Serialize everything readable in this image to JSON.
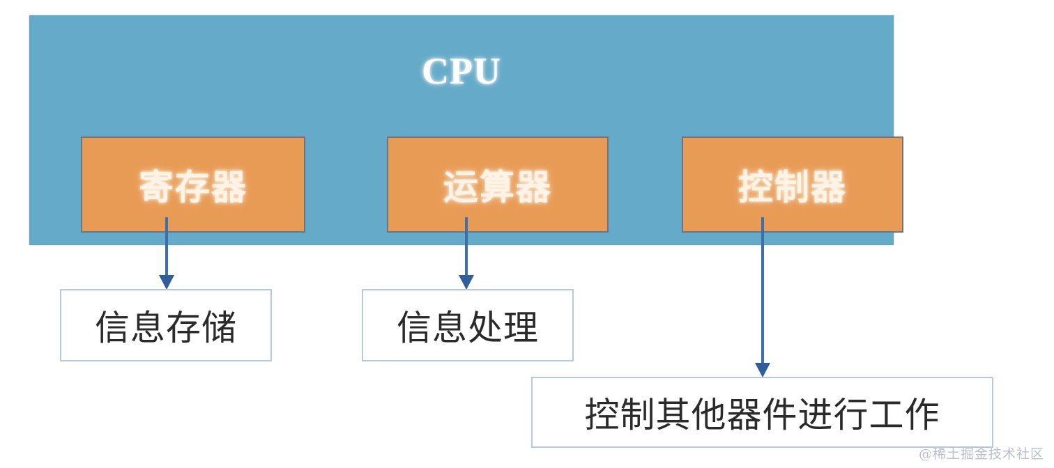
{
  "diagram": {
    "title": "CPU",
    "container_color": "#65aac8",
    "unit_color": "#e89b55",
    "arrow_color": "#3d6fad",
    "outcome_border_color": "#b9c7dd",
    "units": [
      {
        "label": "寄存器",
        "outcome": "信息存储"
      },
      {
        "label": "运算器",
        "outcome": "信息处理"
      },
      {
        "label": "控制器",
        "outcome": "控制其他器件进行工作"
      }
    ]
  },
  "watermark": "@稀土掘金技术社区"
}
